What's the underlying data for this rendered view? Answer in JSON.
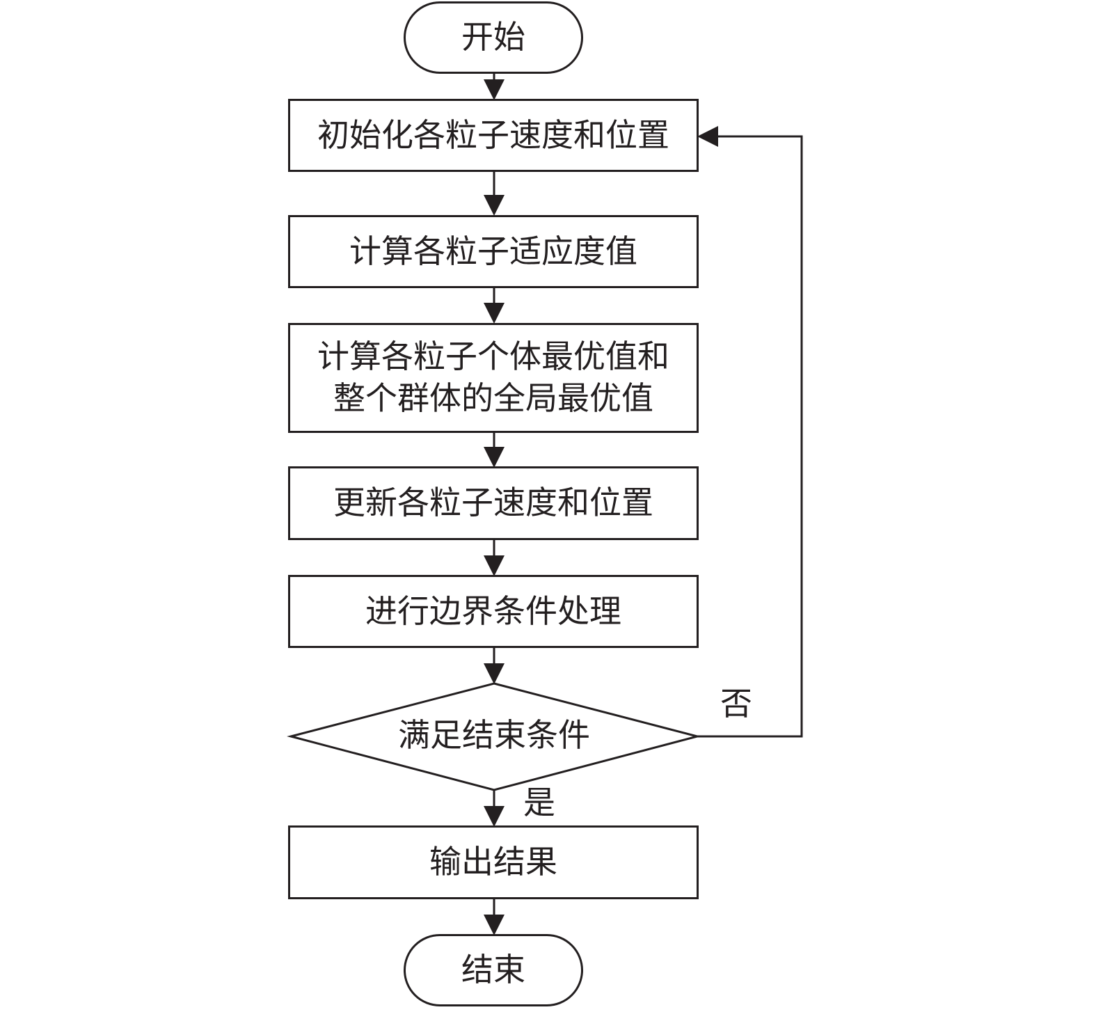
{
  "flowchart": {
    "start": "开始",
    "init": "初始化各粒子速度和位置",
    "fitness": "计算各粒子适应度值",
    "best_line1": "计算各粒子个体最优值和",
    "best_line2": "整个群体的全局最优值",
    "update": "更新各粒子速度和位置",
    "boundary": "进行边界条件处理",
    "decision": "满足结束条件",
    "no_label": "否",
    "yes_label": "是",
    "output": "输出结果",
    "end": "结束"
  },
  "colors": {
    "stroke": "#231f20",
    "fill": "#ffffff"
  }
}
